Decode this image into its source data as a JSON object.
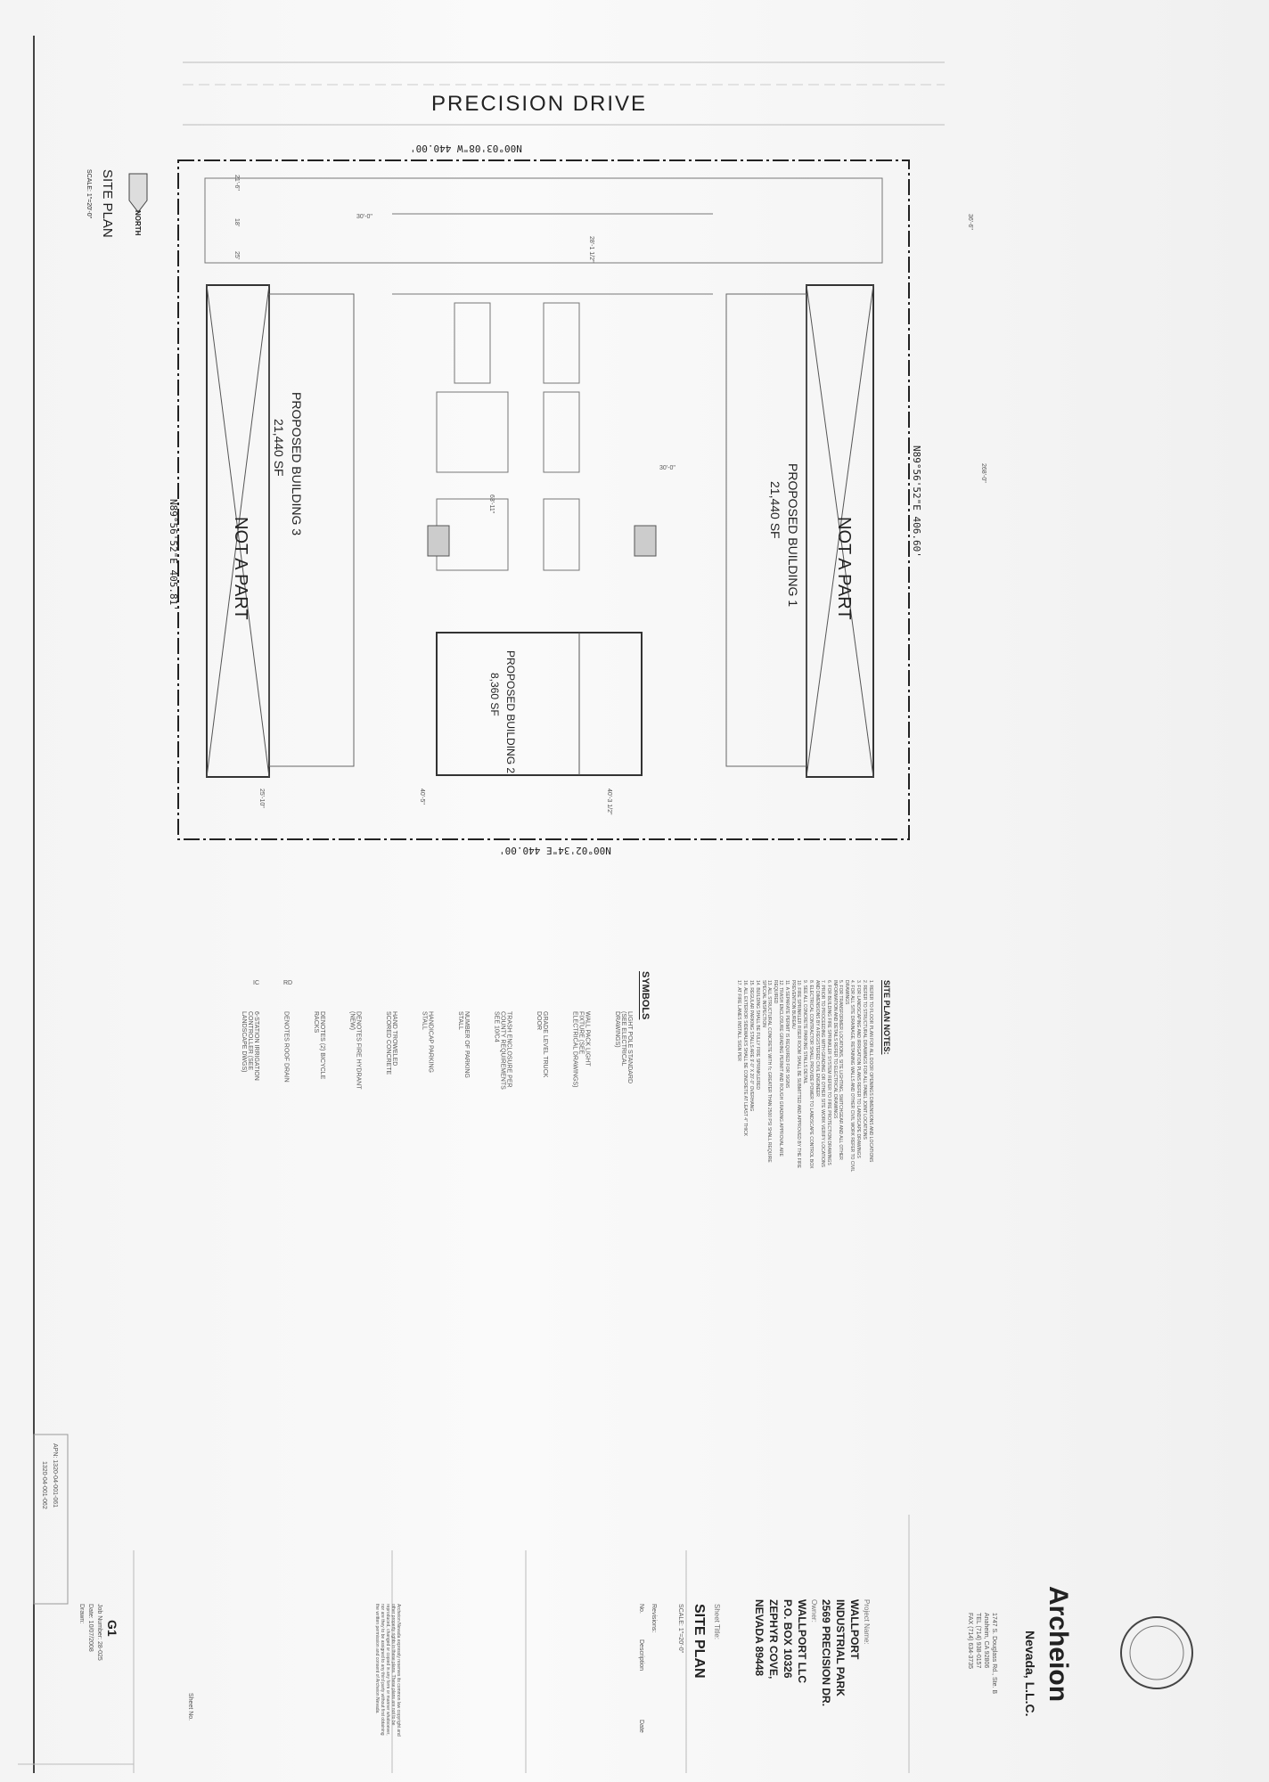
{
  "street": "PRECISION DRIVE",
  "bearings": {
    "top": "N00°03'08\"W   440.00'",
    "bottom": "N00°02'34\"E   440.00'",
    "left": "N89°56'52\"E   405.81'",
    "right": "N89°56'52\"E   406.60'"
  },
  "buildings": [
    {
      "name": "PROPOSED BUILDING 3",
      "area": "21,440 SF",
      "status": "NOT A PART"
    },
    {
      "name": "PROPOSED BUILDING 1",
      "area": "21,440 SF",
      "status": "NOT A PART"
    },
    {
      "name": "PROPOSED BUILDING 2",
      "area": "8,360 SF"
    }
  ],
  "dimensions": [
    "30'-0\"",
    "21'-6\"",
    "18'",
    "25'",
    "28'-1 1/2\"",
    "63'-11\"",
    "40'-5\"",
    "40'-3 1/2\"",
    "25'-10\"",
    "268'-0\"",
    "36'-6\"",
    "30'-0\""
  ],
  "plan_title": "SITE PLAN",
  "plan_scale": "SCALE: 1\"=20'-0\"",
  "north_label": "NORTH",
  "site_plan_notes": {
    "title": "SITE PLAN NOTES:",
    "items": [
      "1. REFER TO FLOOR PLAN FOR ALL DOOR OPENINGS DIMENSIONS AND LOCATIONS",
      "2. REFER TO STRUCTURAL DRAWINGS FOR ALL PANEL JOINT LOCATIONS",
      "3. FOR LANDSCAPING AND IRRIGATION PLANS REFER TO LANDSCAPE DRAWINGS",
      "4. FOR ALL SITE DRAINAGE, RETAINING WALLS AND OTHER CIVIL WORK REFER TO CIVIL DRAWINGS",
      "5. FOR TRANSFORMER LOCATIONS, SITE LIGHTING, SWITCHGEAR AND ALL OTHER INFORMATION AND DETAILS REFER TO ELECTRICAL DRAWINGS",
      "6. FOR BUILDING FIRE SPRINKLER SYSTEM REFER TO FIRE PROTECTION DRAWINGS",
      "7. PRIOR TO PROCEEDING WITH GRADING OR OTHER SITE WORK VERIFY LOCATIONS AND DIMENSIONS BY A REGISTERED CIVIL ENGINEER",
      "8. ELECTRICAL CONTRACTOR SHALL PROVIDE POWER TO LANDSCAPE CONTROL BOX",
      "9. SEE ALL CONCRETE PARKING STALLS DETAIL",
      "10. FIRE SPRINKLER RISER ROOM SHALL BE SUBMITTED AND APPROVED BY THE FIRE PREVENTION BUREAU",
      "11. A SEPARATE PERMIT IS REQUIRED FOR SIGNS",
      "12. TRASH ENCLOSURE GRADING PERMIT AND ROUGH GRADING APPROVAL ARE REQUIRED",
      "13. ALL STRUCTURAL CONCRETE WITH f'c GREATER THAN 2500 PSI SHALL REQUIRE SPECIAL INSPECTION",
      "14. BUILDING SHALL BE FULLY FIRE SPRINKLERED",
      "15. REGULAR PARKING STALLS ARE 9'-0\" X 20'-0\" OVERHANG",
      "16. ALL EXTERIOR SIDEWALKS SHALL BE CONCRETE AT LEAST 4\" THICK",
      "17. AT FIRE LANES INSTALL SIGN PER"
    ]
  },
  "symbols": {
    "title": "SYMBOLS",
    "items": [
      "LIGHT POLE STANDARD (SEE ELECTRICAL DRAWINGS)",
      "WALL PACK LIGHT FIXTURE (SEE ELECTRICAL DRAWINGS)",
      "GRADE LEVEL TRUCK DOOR",
      "TRASH ENCLOSURE PER COUNTY REQUIREMENTS SEE 10/C4",
      "NUMBER OF PARKING STALL",
      "HANDICAP PARKING STALL",
      "HAND TROWELED SCORED CONCRETE",
      "DENOTES FIRE HYDRANT (NEW)",
      "DENOTES (2) BICYCLE RACKS",
      "DENOTES ROOF DRAIN",
      "6-STATION IRRIGATION CONTROLLER (SEE LANDSCAPE DWGS)"
    ],
    "codes": [
      "RD",
      "IC"
    ]
  },
  "firm": {
    "name": "Archeion",
    "sub": "Nevada, L.L.C.",
    "address": [
      "1747 S. Douglass Rd., Ste. B",
      "Anaheim, CA 92806",
      "TEL (714) 938-0157",
      "FAX (714) 634-3735"
    ]
  },
  "project": {
    "label": "Project Name:",
    "lines": [
      "WALLPORT",
      "INDUSTRIAL PARK",
      "2569 PRECISION DR."
    ],
    "owner_label": "Owner:",
    "owner": [
      "WALLPORT LLC",
      "P.O. BOX 10326",
      "ZEPHYR COVE,",
      "NEVADA 89448"
    ]
  },
  "sheet": {
    "title_label": "Sheet Title:",
    "title": "SITE PLAN",
    "scale": "SCALE: 1\"=20'-0\"",
    "revisions_label": "Revisions:",
    "rev_cols": [
      "No.",
      "Description",
      "Date"
    ],
    "job_number": "Job Number: 28-025",
    "date": "Date: 10/07/2008",
    "drawn": "Drawn:",
    "sheet_no_label": "Sheet No.",
    "sheet_no": "G1",
    "apn": [
      "APN: 1320-04-001-061",
      "1320-04-001-062"
    ]
  },
  "disclaimer": "Archeion Nevada expressly reserves its common law copyright and other property rights in these plans. These plans are not to be reproduced, changed or copied in any form or manner whatsoever, nor are they to be assigned to any third party without first obtaining the written permission and consent of Archeion Nevada."
}
